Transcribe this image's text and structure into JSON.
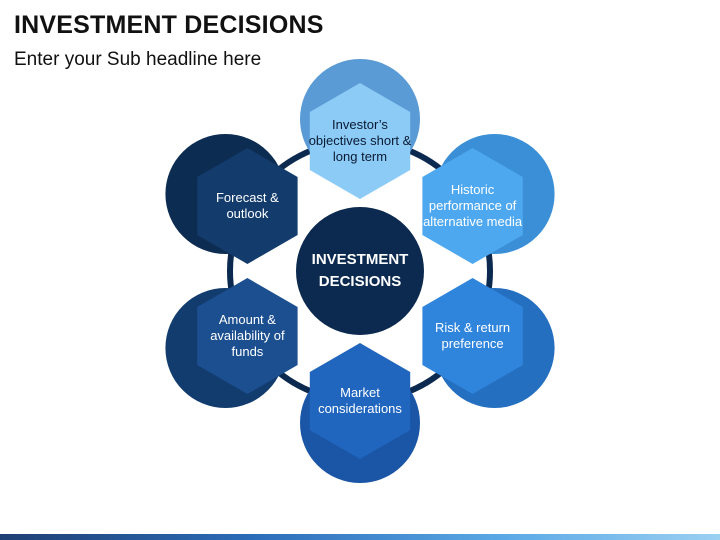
{
  "title": "INVESTMENT DECISIONS",
  "subtitle": "Enter your Sub headline here",
  "center": {
    "line1": "INVESTMENT",
    "line2": "DECISIONS",
    "color": "#0c2a4f"
  },
  "ring_color": "#0c2a4f",
  "nodes": [
    {
      "label": "Investor’s objectives short & long term",
      "hex_color": "#8ccbf6",
      "circle_color": "#5b9bd5",
      "text_color": "#0b1a33"
    },
    {
      "label": "Historic performance of alternative media",
      "hex_color": "#4ea8ef",
      "circle_color": "#3a8fd6",
      "text_color": "#ffffff"
    },
    {
      "label": "Risk & return preference",
      "hex_color": "#2f84dc",
      "circle_color": "#256fc0",
      "text_color": "#ffffff"
    },
    {
      "label": "Market considerations",
      "hex_color": "#2066bf",
      "circle_color": "#1a56a5",
      "text_color": "#ffffff"
    },
    {
      "label": "Amount & availability of funds",
      "hex_color": "#1b4f8f",
      "circle_color": "#123c6e",
      "text_color": "#ffffff"
    },
    {
      "label": "Forecast & outlook",
      "hex_color": "#133c6d",
      "circle_color": "#0d2c52",
      "text_color": "#ffffff"
    }
  ]
}
